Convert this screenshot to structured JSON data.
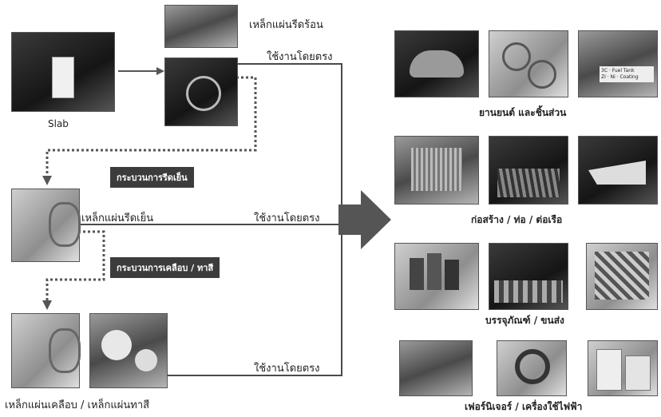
{
  "left": {
    "slab_label": "Slab",
    "hot_rolled_label": "เหล็กแผ่นรีดร้อน",
    "direct_use_1": "ใช้งานโดยตรง",
    "cold_process_tag": "กระบวนการรีดเย็น",
    "cold_rolled_label": "เหล็กแผ่นรีดเย็น",
    "direct_use_2": "ใช้งานโดยตรง",
    "coating_process_tag": "กระบวนการเคลือบ / ทาสี",
    "direct_use_3": "ใช้งานโดยตรง",
    "coated_label": "เหล็กแผ่นเคลือบ / เหล็กแผ่นทาสี"
  },
  "right": {
    "automotive": "ยานยนต์ และชิ้นส่วน",
    "construction": "ก่อสร้าง / ท่อ / ต่อเรือ",
    "packaging": "บรรจุภัณฑ์ / ขนส่ง",
    "furniture": "เฟอร์นิเจอร์ / เครื่องใช้ไฟฟ้า",
    "tank_text": "3C · Fuel Tank\nZI · Ni · Coating"
  },
  "colors": {
    "line": "#4a4a4a",
    "arrow": "#555555",
    "tag_bg": "#3c3c3c"
  }
}
